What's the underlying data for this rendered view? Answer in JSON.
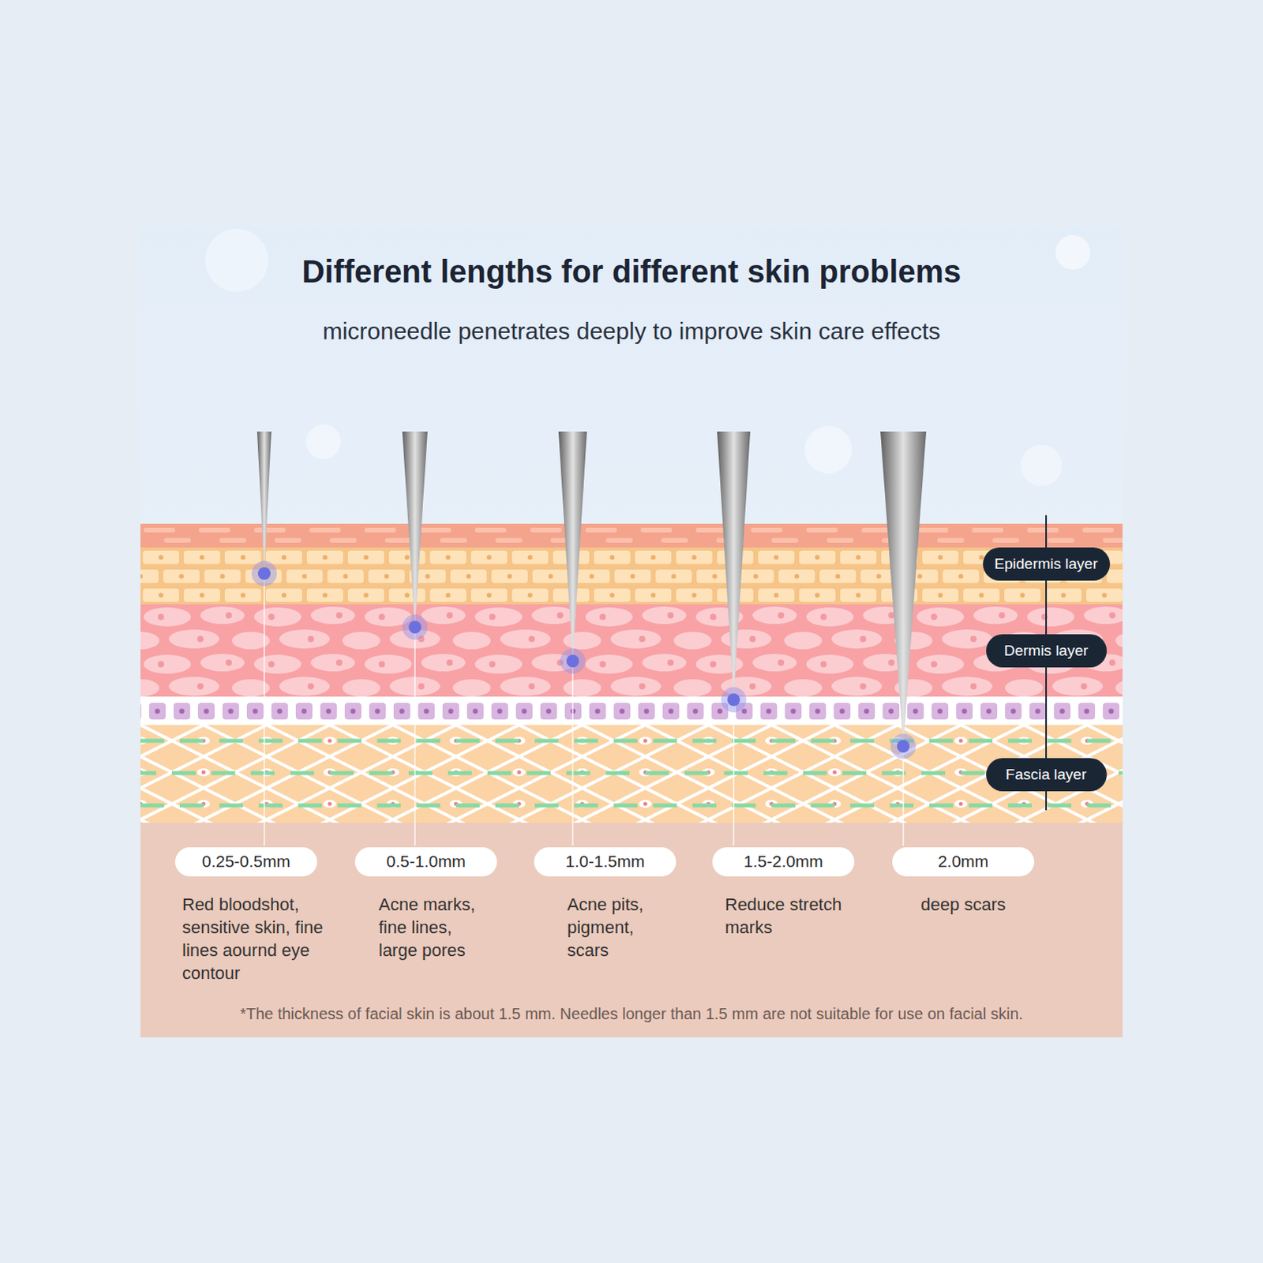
{
  "diagram": {
    "title": "Different lengths for different skin problems",
    "caption": "*The thickness of facial skin is about 1.5 mm. Needles longer than 1.5 mm are not suitable for use on facial skin.",
    "nodes": [
      {
        "text": [
          "Epidermis layer"
        ]
      },
      {
        "text": [
          "Dermis layer"
        ]
      },
      {
        "text": [
          "Fascia layer"
        ]
      },
      {
        "text": [
          "0.25-0.5mm"
        ]
      },
      {
        "text": [
          "0.5-1.0mm"
        ]
      },
      {
        "text": [
          "1.0-1.5mm"
        ]
      },
      {
        "text": [
          "1.5-2.0mm"
        ]
      },
      {
        "text": [
          "2.0mm"
        ]
      }
    ],
    "labels": [
      "microneedle penetrates deeply to improve skin care effects",
      "Red bloodshot, sensitive skin, fine lines aournd eye contour",
      "Acne marks, fine lines, large pores",
      "Acne pits, pigment, scars",
      "Reduce stretch marks",
      "deep scars"
    ]
  }
}
